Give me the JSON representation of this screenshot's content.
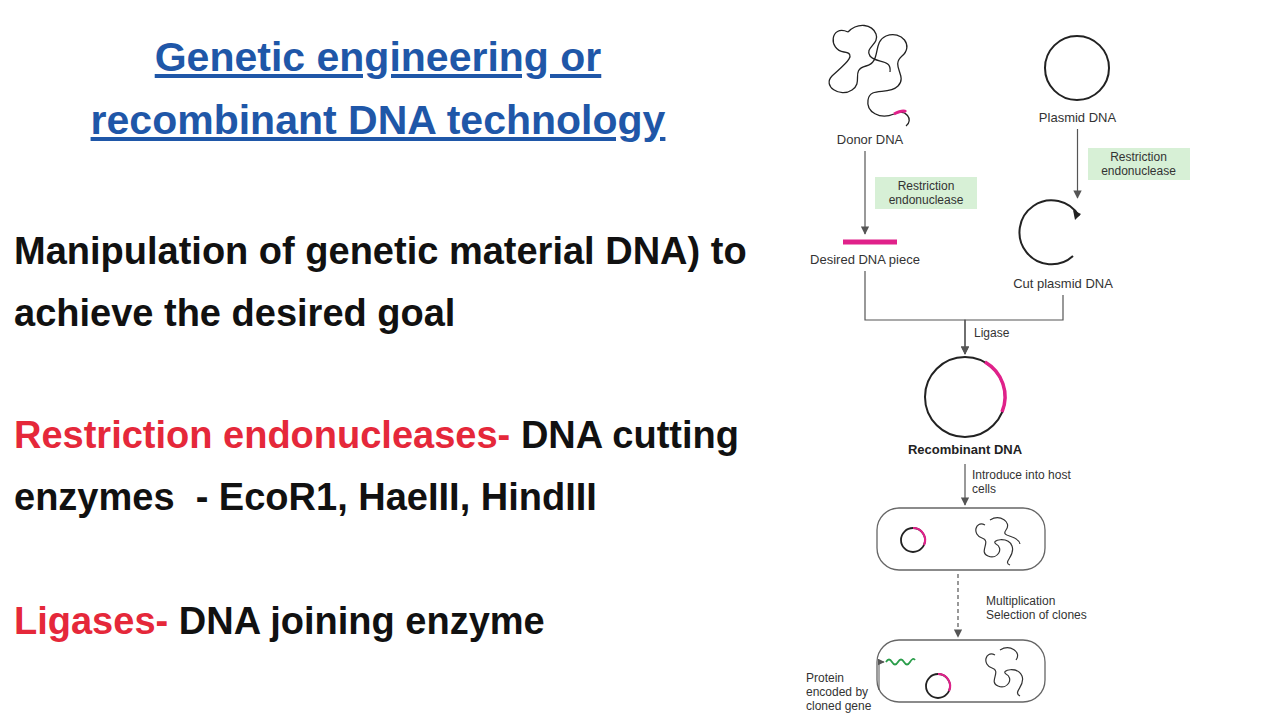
{
  "diagram": {
    "title": "Genetic engineering or recombinant DNA technology",
    "nodes": [
      {
        "text": [
          "Donor DNA"
        ]
      },
      {
        "text": [
          "Plasmid DNA"
        ]
      },
      {
        "text": [
          "Desired DNA piece"
        ]
      },
      {
        "text": [
          "Cut plasmid DNA"
        ]
      },
      {
        "text": [
          "Recombinant DNA"
        ]
      }
    ],
    "edges": [
      {
        "from": 0,
        "to": 2,
        "arrow": "to",
        "label": "Restriction endonuclease"
      },
      {
        "from": 1,
        "to": 3,
        "arrow": "to",
        "label": "Restriction endonuclease"
      },
      {
        "from": 2,
        "to": 4,
        "arrow": "to",
        "label": "Ligase"
      },
      {
        "from": 3,
        "to": 4,
        "arrow": "to"
      }
    ],
    "labels": [
      "Manipulation of genetic material DNA) to achieve the desired goal",
      "Restriction endonucleases-",
      "DNA cutting enzymes  - EcoR1, HaeIII, HindIII",
      "Ligases-",
      "DNA joining enzyme",
      "Introduce into host cells",
      "Multiplication Selection of clones",
      "Protein encoded by cloned gene"
    ]
  }
}
